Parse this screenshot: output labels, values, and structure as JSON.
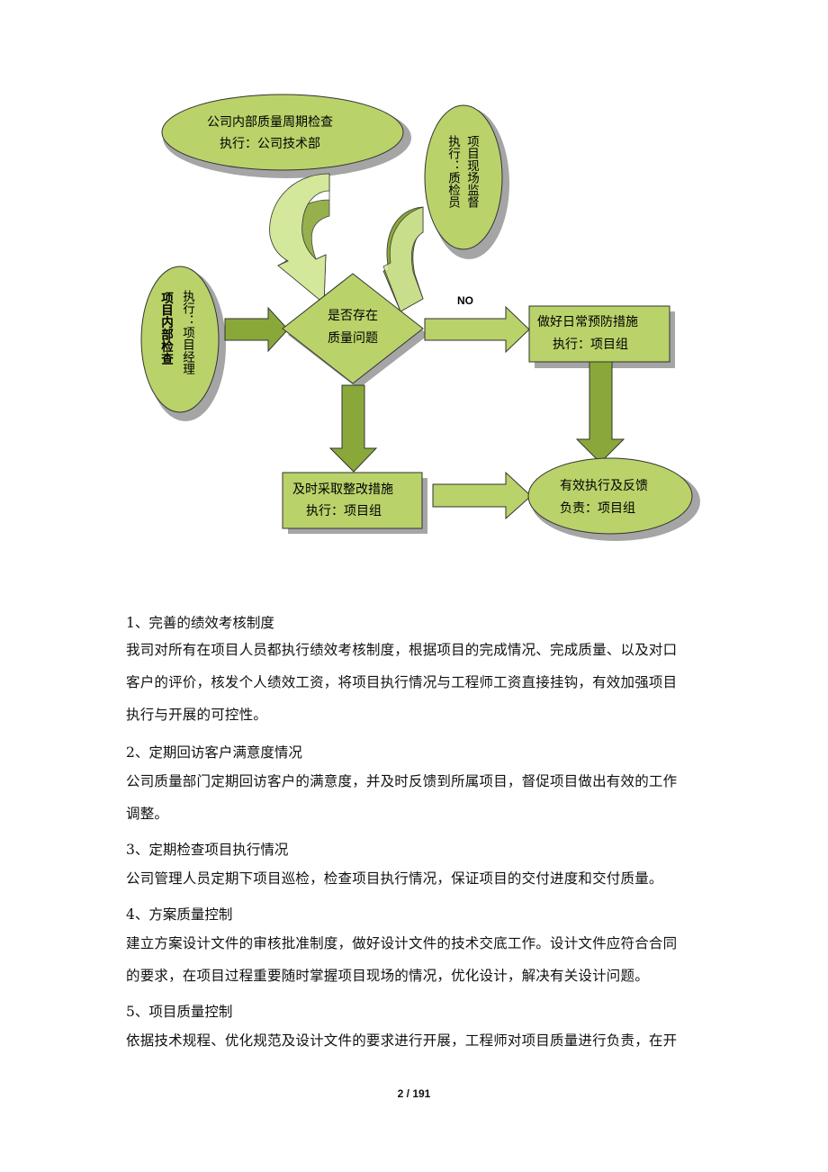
{
  "flowchart": {
    "company_check": {
      "line1": "公司内部质量周期检查",
      "line2": "执行：公司技术部"
    },
    "site_supervision": {
      "line1": "项目现场监督",
      "line2": "执行：质检员"
    },
    "internal_check": {
      "line1": "项目内部检查",
      "line2": "执行：项目经理"
    },
    "decision": {
      "line1": "是否存在",
      "line2": "质量问题"
    },
    "no_label": "NO",
    "prevent": {
      "line1": "做好日常预防措施",
      "line2": "执行：项目组"
    },
    "rectify": {
      "line1": "及时采取整改措施",
      "line2": "执行：项目组"
    },
    "feedback": {
      "line1": "有效执行及反馈",
      "line2": "负责：项目组"
    },
    "colors": {
      "fill": "#b9d26a",
      "dark_arrow": "#8aa83a",
      "light_arrow": "#d3e89a",
      "shadow": "#8f8f8f"
    }
  },
  "sections": [
    {
      "heading": "1、完善的绩效考核制度",
      "lines": [
        "我司对所有在项目人员都执行绩效考核制度，根据项目的完成情况、完成质量、以及对口",
        "客户的评价，核发个人绩效工资，将项目执行情况与工程师工资直接挂钩，有效加强项目",
        "执行与开展的可控性。"
      ]
    },
    {
      "heading": "2、定期回访客户满意度情况",
      "lines": [
        "公司质量部门定期回访客户的满意度，并及时反馈到所属项目，督促项目做出有效的工作",
        "调整。"
      ]
    },
    {
      "heading": "3、定期检查项目执行情况",
      "lines": [
        "公司管理人员定期下项目巡检，检查项目执行情况，保证项目的交付进度和交付质量。"
      ]
    },
    {
      "heading": "4、方案质量控制",
      "lines": [
        "建立方案设计文件的审核批准制度，做好设计文件的技术交底工作。设计文件应符合合同",
        "的要求，在项目过程重要随时掌握项目现场的情况，优化设计，解决有关设计问题。"
      ]
    },
    {
      "heading": "5、项目质量控制",
      "lines": [
        "依据技术规程、优化规范及设计文件的要求进行开展，工程师对项目质量进行负责，在开"
      ]
    }
  ],
  "footer": {
    "page": "2 / 191"
  }
}
